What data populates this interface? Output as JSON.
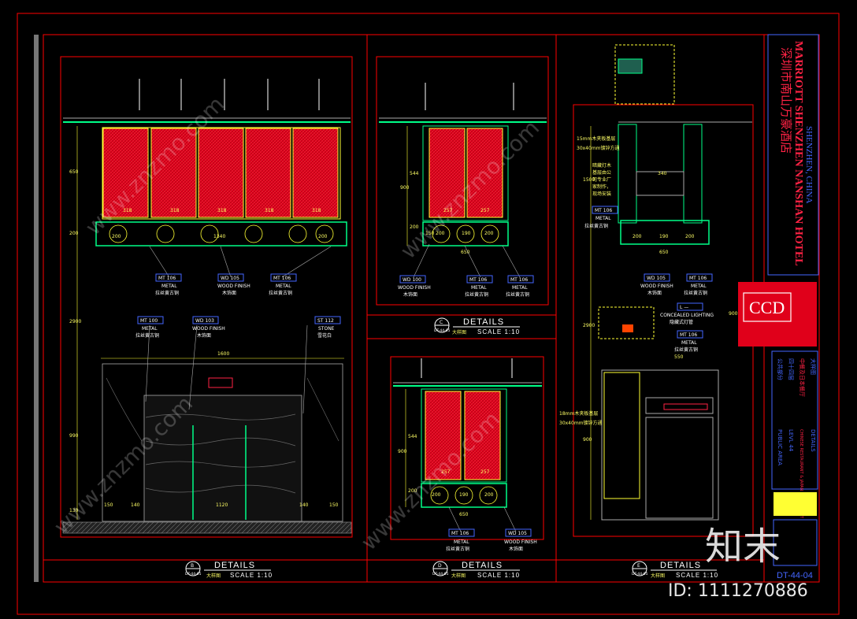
{
  "sheet": {
    "sheet_number": "DT-44-04",
    "project_cn": "深圳市南山万豪酒店",
    "project_en": "MARRIOTT SHENZHEN NANSHAN HOTEL",
    "location": "SHENZHEN, CHINA",
    "logo": "CCD",
    "area_cn": "公共部分",
    "level_cn": "四十四层",
    "restaurant_cn": "中餐及日本餐厅",
    "drawing_cn": "大样图",
    "area_en": "PUBLIC AREA",
    "level_en": "LEVL 44",
    "restaurant_en": "CHINESE RESTAURANT & JAPAN RESTAURANT",
    "drawing_en": "DETAILS"
  },
  "views": {
    "B": {
      "letter": "B",
      "ref": "DT-44-05",
      "title": "DETAILS",
      "subtitle": "大样图",
      "scale": "SCALE 1:10"
    },
    "C": {
      "letter": "C",
      "ref": "DT-44-05",
      "title": "DETAILS",
      "subtitle": "大样图",
      "scale": "SCALE 1:10"
    },
    "D": {
      "letter": "D",
      "ref": "DT-44-05",
      "title": "DETAILS",
      "subtitle": "大样图",
      "scale": "SCALE 1:10"
    },
    "E": {
      "letter": "E",
      "ref": "DT-44-05",
      "title": "DETAILS",
      "subtitle": "大样图",
      "scale": "SCALE 1:10"
    }
  },
  "tags": {
    "mt106_a": {
      "code": "MT",
      "num": "106",
      "en": "METAL",
      "cn": "拉丝黄古铜"
    },
    "wd105_a": {
      "code": "WD",
      "num": "105",
      "en": "WOOD FINISH",
      "cn": "木饰面"
    },
    "mt106_b": {
      "code": "MT",
      "num": "106",
      "en": "METAL",
      "cn": "拉丝黄古铜"
    },
    "mt100": {
      "code": "MT",
      "num": "100",
      "en": "METAL",
      "cn": "拉丝黄古铜"
    },
    "wd103": {
      "code": "WD",
      "num": "103",
      "en": "WOOD FINISH",
      "cn": "木饰面"
    },
    "st112": {
      "code": "ST",
      "num": "112",
      "en": "STONE",
      "cn": "雪花白"
    },
    "c_wd100": {
      "code": "WD",
      "num": "100",
      "en": "WOOD FINISH",
      "cn": "木饰面"
    },
    "c_mt106a": {
      "code": "MT",
      "num": "106",
      "en": "METAL",
      "cn": "拉丝黄古铜"
    },
    "c_mt106b": {
      "code": "MT",
      "num": "106",
      "en": "METAL",
      "cn": "拉丝黄古铜"
    },
    "d_mt106": {
      "code": "MT",
      "num": "106",
      "en": "METAL",
      "cn": "拉丝黄古铜"
    },
    "d_wd105": {
      "code": "WD",
      "num": "105",
      "en": "WOOD FINISH",
      "cn": "木饰面"
    },
    "e_mt106a": {
      "code": "MT",
      "num": "106",
      "en": "METAL",
      "cn": "拉丝黄古铜"
    },
    "e_wd105": {
      "code": "WD",
      "num": "105",
      "en": "WOOD FINISH",
      "cn": "木饰面"
    },
    "e_mt106b": {
      "code": "MT",
      "num": "106",
      "en": "METAL",
      "cn": "拉丝黄古铜"
    },
    "e_mt106c": {
      "code": "MT",
      "num": "106",
      "en": "METAL",
      "cn": "拉丝黄古铜"
    },
    "e_light": {
      "code": "L",
      "num": "—",
      "en": "CONCEALED LIGHTING",
      "cn": "隐藏式灯管"
    }
  },
  "notes": {
    "e_top1": "15mm木夹板基层",
    "e_top2": "30x40mm镀锌方通",
    "e_mid": [
      "暗藏灯木",
      "基层由公",
      "司专业厂",
      "家制作，",
      "现场安装"
    ],
    "e_low1": "18mm木夹板基层",
    "e_low2": "30x40mm镀锌方通"
  },
  "dims": {
    "b_top": [
      "318",
      "318",
      "318",
      "318",
      "318"
    ],
    "b_base": [
      "200",
      "1340",
      "200"
    ],
    "b_bottom_total": "1600",
    "b_bottom_parts": [
      "150",
      "140",
      "1120",
      "140",
      "150"
    ],
    "b_left": [
      "650",
      "200",
      "2900",
      "990",
      "130"
    ],
    "c_top": [
      "257",
      "257"
    ],
    "c_base": [
      "150",
      "200",
      "190",
      "200"
    ],
    "c_total": "650",
    "c_left": [
      "544",
      "200",
      "900"
    ],
    "d_top": [
      "257",
      "257"
    ],
    "d_base": [
      "200",
      "190",
      "200"
    ],
    "d_total": "650",
    "d_left": [
      "544",
      "200",
      "900"
    ],
    "e_top": "340",
    "e_base": [
      "200",
      "190",
      "200"
    ],
    "e_total": "650",
    "e_bottom": "550",
    "e_left": [
      "1500",
      "2900",
      "900",
      "900"
    ]
  },
  "watermark": {
    "brand": "知末",
    "id": "ID: 1111270886",
    "site": "www.znzmo.com"
  },
  "colors": {
    "background": "#000000",
    "frame": "#ff0000",
    "panel": "#d8001a",
    "outline": "#ffff33",
    "metal": "#00ff88",
    "stone": "#aaaaaa",
    "tag_border": "#4466ff"
  }
}
